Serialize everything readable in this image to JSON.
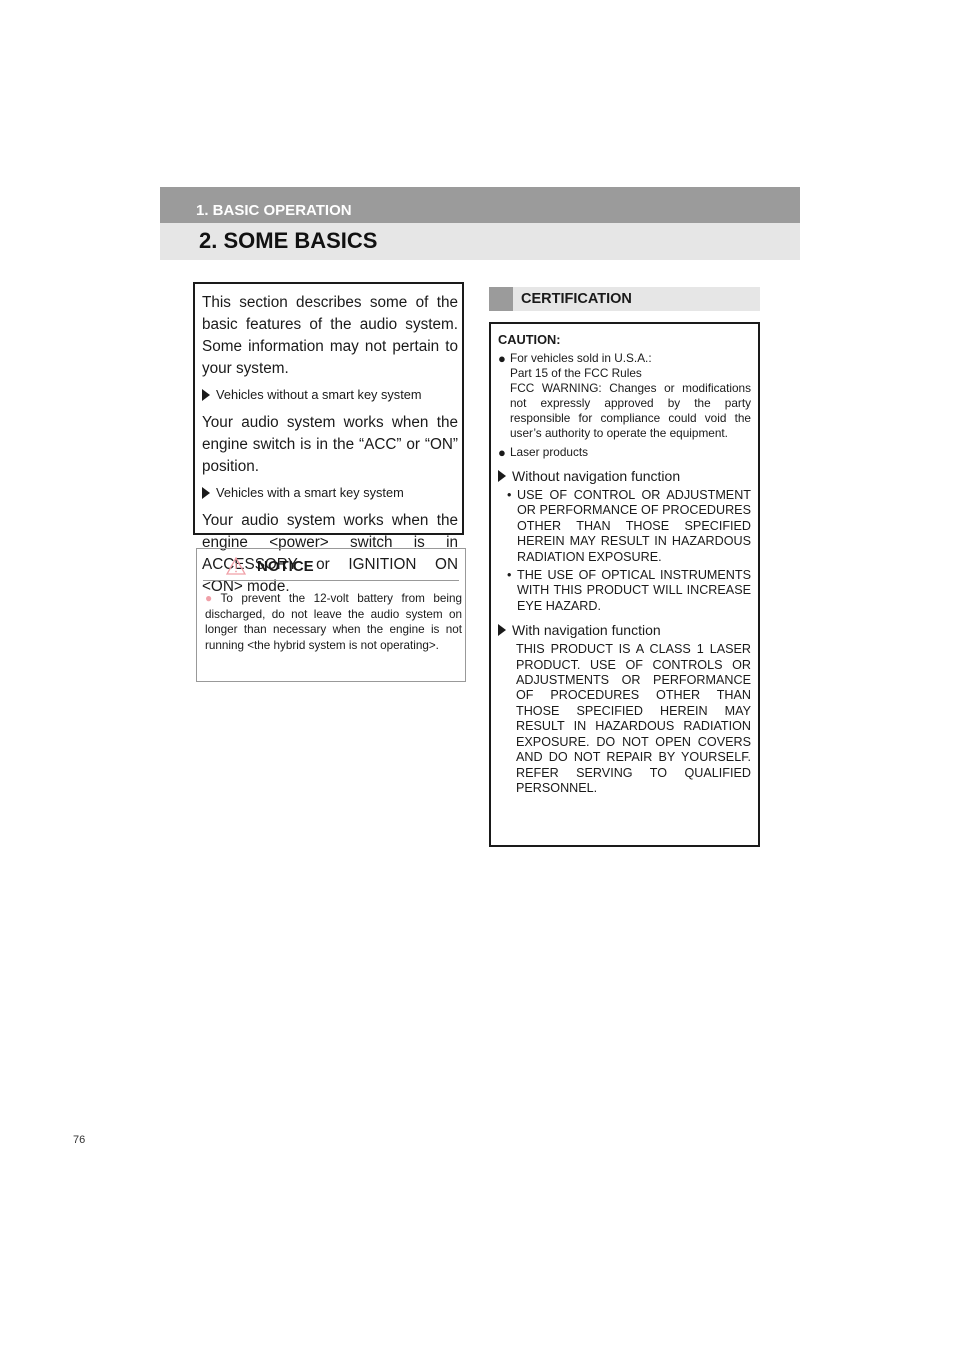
{
  "header": {
    "section": "1. BASIC OPERATION",
    "title": "2. SOME BASICS"
  },
  "intro": {
    "para1": "This section describes some of the basic features of the audio system. Some information may not pertain to your system.",
    "sub1": "Vehicles without a smart key system",
    "para2": "Your audio system works when the engine switch is in the “ACC” or “ON” position.",
    "sub2": "Vehicles with a smart key system",
    "para3": "Your audio system works when the engine <power> switch is in ACCESSORY or IGNITION ON <ON> mode."
  },
  "notice": {
    "title": "NOTICE",
    "text": "To prevent the 12-volt battery from being discharged, do not leave the audio system on longer than necessary when the engine is not running <the hybrid system is not operating>."
  },
  "certification": {
    "title": "CERTIFICATION",
    "caution": "CAUTION:",
    "item1_line1": "For vehicles sold in U.S.A.:",
    "item1_line2": "Part 15 of the FCC Rules",
    "item1_line3": "FCC WARNING: Changes or modifications not expressly approved by the party responsible for compliance could void the user’s authority to operate the equipment.",
    "item2": "Laser products",
    "sub1": "Without navigation function",
    "bullet1": "USE OF CONTROL OR ADJUSTMENT OR PERFORMANCE OF PROCEDURES OTHER THAN THOSE SPECIFIED HEREIN MAY RESULT IN HAZARDOUS RADIATION EXPOSURE.",
    "bullet2": "THE USE OF OPTICAL INSTRUMENTS WITH THIS PRODUCT WILL INCREASE EYE HAZARD.",
    "sub2": "With navigation function",
    "para": "THIS PRODUCT IS A CLASS 1 LASER PRODUCT. USE OF CONTROLS OR ADJUSTMENTS OR PERFORMANCE OF PROCEDURES OTHER THAN THOSE SPECIFIED HEREIN MAY RESULT IN HAZARDOUS RADIATION EXPOSURE. DO NOT OPEN COVERS AND DO NOT REPAIR BY YOURSELF. REFER SERVING TO QUALIFIED PERSONNEL."
  },
  "footer": {
    "page_number": "76"
  }
}
